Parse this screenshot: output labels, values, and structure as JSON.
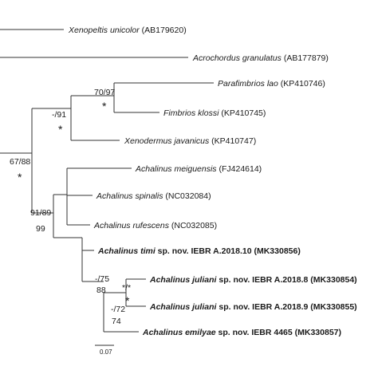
{
  "taxa": [
    {
      "species": "Xenopeltis unicolor",
      "rest": " (AB179620)",
      "bold": false
    },
    {
      "species": "Acrochordus granulatus",
      "rest": " (AB177879)",
      "bold": false
    },
    {
      "species": "Parafimbrios lao",
      "rest": " (KP410746)",
      "bold": false
    },
    {
      "species": "Fimbrios klossi",
      "rest": " (KP410745)",
      "bold": false
    },
    {
      "species": "Xenodermus javanicus",
      "rest": " (KP410747)",
      "bold": false
    },
    {
      "species": "Achalinus meiguensis",
      "rest": " (FJ424614)",
      "bold": false
    },
    {
      "species": "Achalinus spinalis",
      "rest": " (NC032084)",
      "bold": false
    },
    {
      "species": "Achalinus rufescens",
      "rest": " (NC032085)",
      "bold": false
    },
    {
      "species": "Achalinus timi",
      "rest": " sp. nov. IEBR A.2018.10 (MK330856)",
      "bold": true
    },
    {
      "species": "Achalinus juliani",
      "rest": " sp. nov. IEBR A.2018.8 (MK330854)",
      "bold": true
    },
    {
      "species": "Achalinus juliani",
      "rest": " sp. nov. IEBR A.2018.9 (MK330855)",
      "bold": true
    },
    {
      "species": "Achalinus emilyae",
      "rest": " sp. nov. IEBR 4465 (MK330857)",
      "bold": true
    }
  ],
  "support": [
    {
      "top": "67/88",
      "bottom": "*"
    },
    {
      "top": "-/91",
      "bottom": "*"
    },
    {
      "top": "70/97",
      "bottom": "*"
    },
    {
      "top": "91/89",
      "bottom": "99"
    },
    {
      "top": "-/75",
      "bottom": "88"
    },
    {
      "top": "*/*",
      "bottom": "*"
    },
    {
      "top": "-/72",
      "bottom": "74"
    }
  ],
  "scale_bar": {
    "label": "0.07"
  }
}
